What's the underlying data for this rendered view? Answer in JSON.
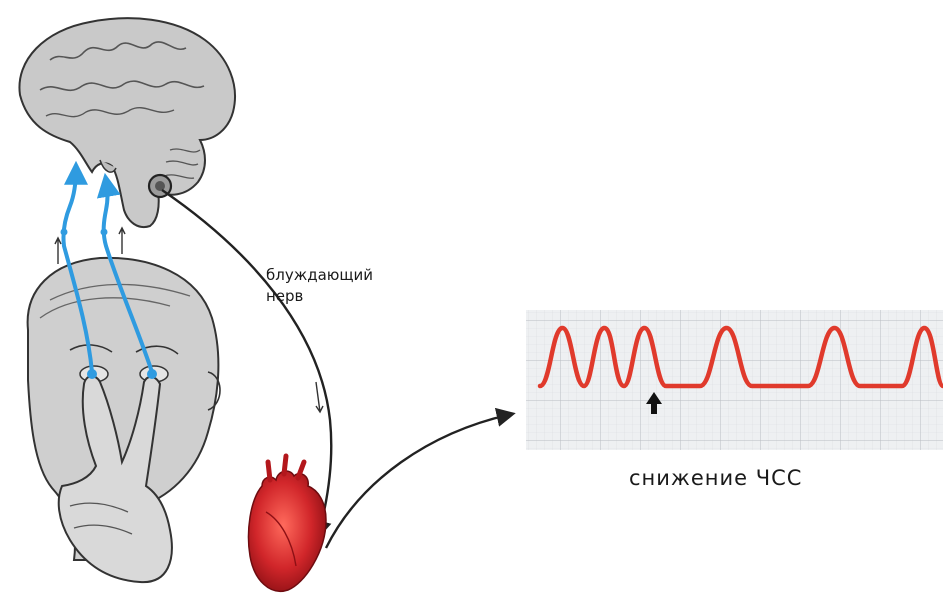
{
  "labels": {
    "nerve_line1": "блуждающий",
    "nerve_line2": "нерв",
    "heart_rate": "снижение ЧСС"
  },
  "icons": [
    "brain-icon",
    "head-with-fingers-icon",
    "heart-icon",
    "ecg-trace-icon",
    "pointer-arrow-icon"
  ],
  "colors": {
    "afferent_pathway": "#2f9be0",
    "ecg_trace": "#e03a2c",
    "ecg_grid": "#cfd3d8",
    "ecg_background": "#eef0f2",
    "heart": "#c81e22",
    "tissue_gray": "#c9c9c9",
    "outline": "#2a2a2a"
  }
}
